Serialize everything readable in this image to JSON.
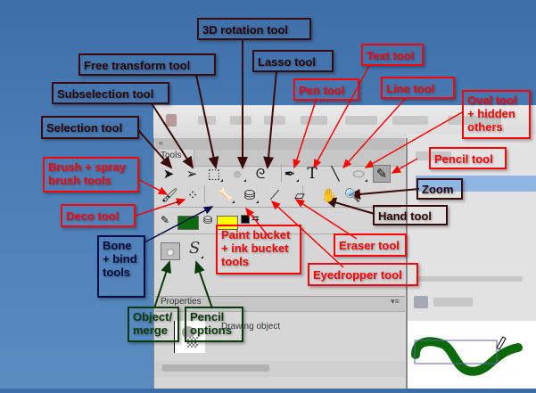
{
  "panel": {
    "collapse_icon": "«",
    "tab_tools": "Tools",
    "tab_properties": "Properties",
    "properties_menu_icon": "▾≡",
    "properties_text": "Drawing object"
  },
  "tools": {
    "row1": [
      {
        "name": "selection",
        "glyph": "➤"
      },
      {
        "name": "subselection",
        "glyph": "➢"
      },
      {
        "name": "free-transform",
        "glyph": "⬚"
      },
      {
        "name": "3d-rotation",
        "glyph": "●"
      },
      {
        "name": "lasso",
        "glyph": "ᘓ"
      },
      {
        "name": "pen",
        "glyph": "✒"
      },
      {
        "name": "text",
        "glyph": "T"
      },
      {
        "name": "line",
        "glyph": "╲"
      },
      {
        "name": "oval",
        "glyph": "⬭"
      },
      {
        "name": "pencil",
        "glyph": "✎"
      }
    ],
    "row2": [
      {
        "name": "brush",
        "glyph": "🖌"
      },
      {
        "name": "deco",
        "glyph": "⁘"
      },
      {
        "name": "bone",
        "glyph": "🦴"
      },
      {
        "name": "paint-bucket",
        "glyph": "⛁"
      },
      {
        "name": "eyedropper",
        "glyph": "⟋"
      },
      {
        "name": "eraser",
        "glyph": "▱"
      },
      {
        "name": "hand",
        "glyph": "✋"
      },
      {
        "name": "zoom",
        "glyph": "🔍"
      }
    ],
    "stroke_icon": "✎",
    "fill_icon": "⛁",
    "stroke_color": "#0a6a0a",
    "fill_color": "#ffff00",
    "option_object_glyph": "●",
    "option_pencil_glyph": "S"
  },
  "callouts": {
    "rotation3d": "3D rotation tool",
    "free_transform": "Free transform tool",
    "lasso": "Lasso tool",
    "text": "Text tool",
    "subselection": "Subselection tool",
    "pen": "Pen tool",
    "line": "Line tool",
    "oval": "Oval tool + hidden others",
    "selection": "Selection tool",
    "pencil": "Pencil tool",
    "brush": "Brush + spray brush tools",
    "zoom": "Zoom",
    "deco": "Deco tool",
    "hand": "Hand tool",
    "bone": "Bone + bind tools",
    "paint_bucket": "Paint bucket + ink bucket tools",
    "eraser": "Eraser tool",
    "eyedropper": "Eyedropper tool",
    "object_merge": "Object/ merge",
    "pencil_options": "Pencil options"
  },
  "colors": {
    "dark_callout": "#3a0a0a",
    "red_callout": "#ff0000",
    "navy_callout": "#0a0a4a",
    "green_callout": "#0a3a0a",
    "stroke_green": "#0a6a0a"
  }
}
